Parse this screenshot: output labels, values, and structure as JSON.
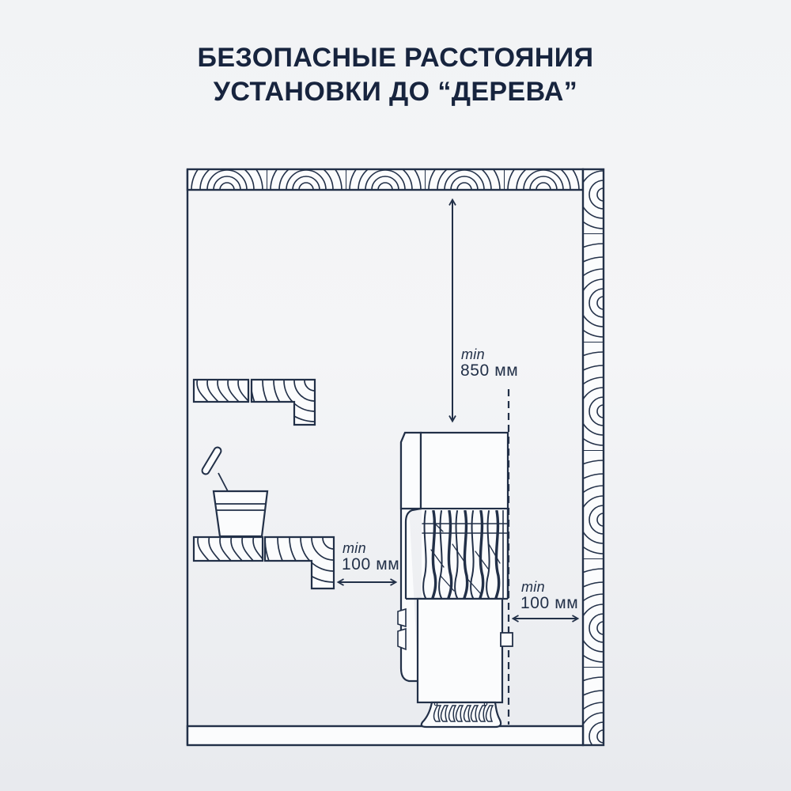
{
  "title": {
    "line1": "БЕЗОПАСНЫЕ РАССТОЯНИЯ",
    "line2": "УСТАНОВКИ ДО “ДЕРЕВА”"
  },
  "colors": {
    "ink": "#223048",
    "title_ink": "#17243E",
    "panel_fill": "#FBFCFD",
    "bg_top": "#F2F3F5",
    "bg_bottom": "#E8EAEE"
  },
  "diagram": {
    "kind": "sauna-heater wood clearance illustration",
    "annotations": {
      "ceiling": {
        "qualifier": "min",
        "value": "850 мм",
        "direction": "vertical"
      },
      "bench": {
        "qualifier": "min",
        "value": "100 мм",
        "direction": "horizontal"
      },
      "wall": {
        "qualifier": "min",
        "value": "100 мм",
        "direction": "horizontal"
      }
    },
    "parts": [
      "wood ceiling planks",
      "wood wall planks",
      "upper bench boards",
      "lower bench boards",
      "bucket with ladle",
      "sauna heater",
      "floor"
    ]
  }
}
